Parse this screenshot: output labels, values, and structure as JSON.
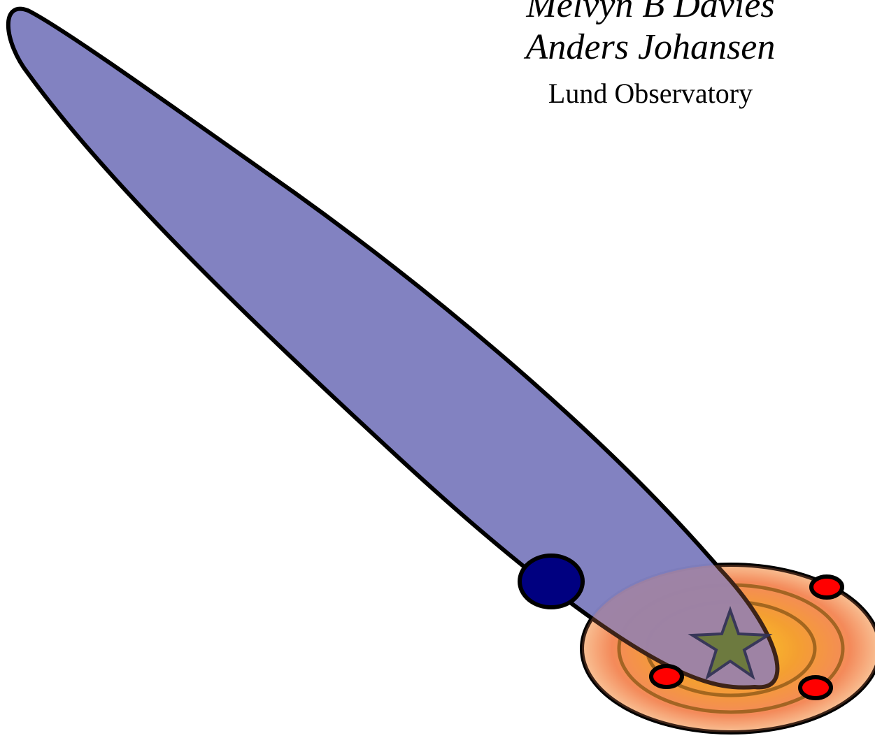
{
  "credits": {
    "authors": [
      "Melvyn B Davies",
      "Anders Johansen"
    ],
    "affiliation": "Lund Observatory"
  },
  "colors": {
    "orbit_fill": "#8080c0",
    "perturber": "#000080",
    "disk_outer": "#f28a5a",
    "disk_inner": "#ffd700",
    "planet": "#ff0000",
    "star": "#6b7a3a",
    "outline": "#000000"
  }
}
